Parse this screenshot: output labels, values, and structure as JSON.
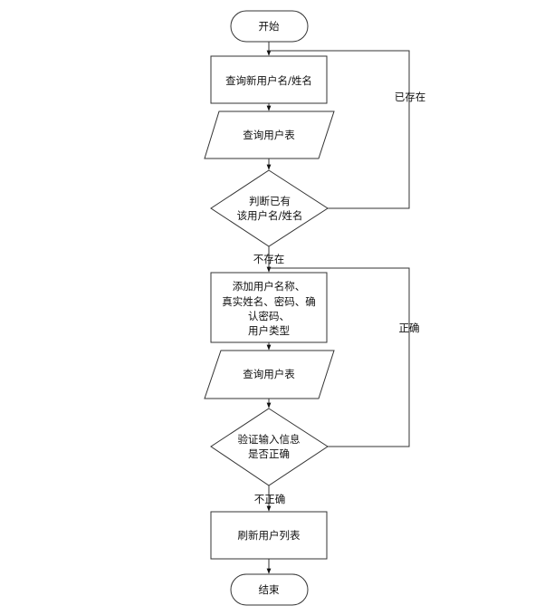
{
  "flowchart": {
    "start": "开始",
    "query_name": "查询新用户名/姓名",
    "query_table_1": "查询用户表",
    "decision_exists": [
      "判断已有",
      "该用户名/姓名"
    ],
    "label_exists": "已存在",
    "label_not_exists": "不存在",
    "add_info": [
      "添加用户名称、",
      "真实姓名、密码、确",
      "认密码、",
      "用户类型"
    ],
    "query_table_2": "查询用户表",
    "decision_valid": [
      "验证输入信息",
      "是否正确"
    ],
    "label_correct": "正确",
    "label_incorrect": "不正确",
    "refresh": "刷新用户列表",
    "end": "结束"
  }
}
